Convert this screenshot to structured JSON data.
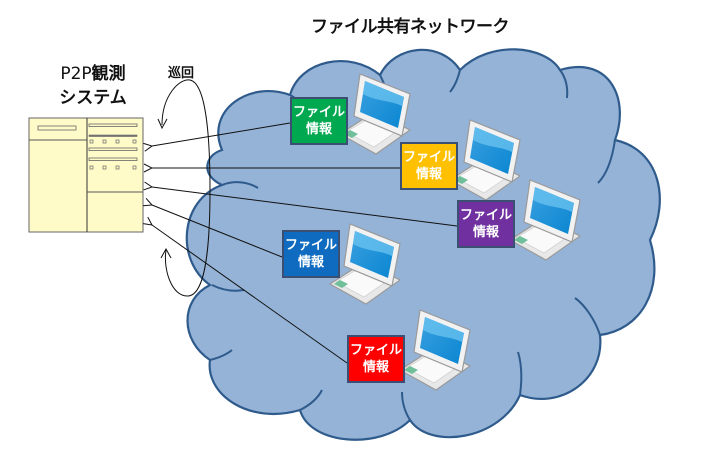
{
  "title": "ファイル共有ネットワーク",
  "observer": {
    "label_line1_prefix": "P2P",
    "label_line1_suffix": "観測",
    "label_line2": "システム"
  },
  "patrol_label": "巡回",
  "colors": {
    "cloud_fill": "#94b3d7",
    "cloud_stroke": "#2f5b8c",
    "server_fill": "#fffbc8",
    "server_stroke": "#555555",
    "arrow": "#111111"
  },
  "nodes": [
    {
      "line1": "ファイル",
      "line2": "情報",
      "color": "#00a84f"
    },
    {
      "line1": "ファイル",
      "line2": "情報",
      "color": "#ffc000"
    },
    {
      "line1": "ファイル",
      "line2": "情報",
      "color": "#7030a0"
    },
    {
      "line1": "ファイル",
      "line2": "情報",
      "color": "#0e6bbf"
    },
    {
      "line1": "ファイル",
      "line2": "情報",
      "color": "#ff0000"
    }
  ]
}
